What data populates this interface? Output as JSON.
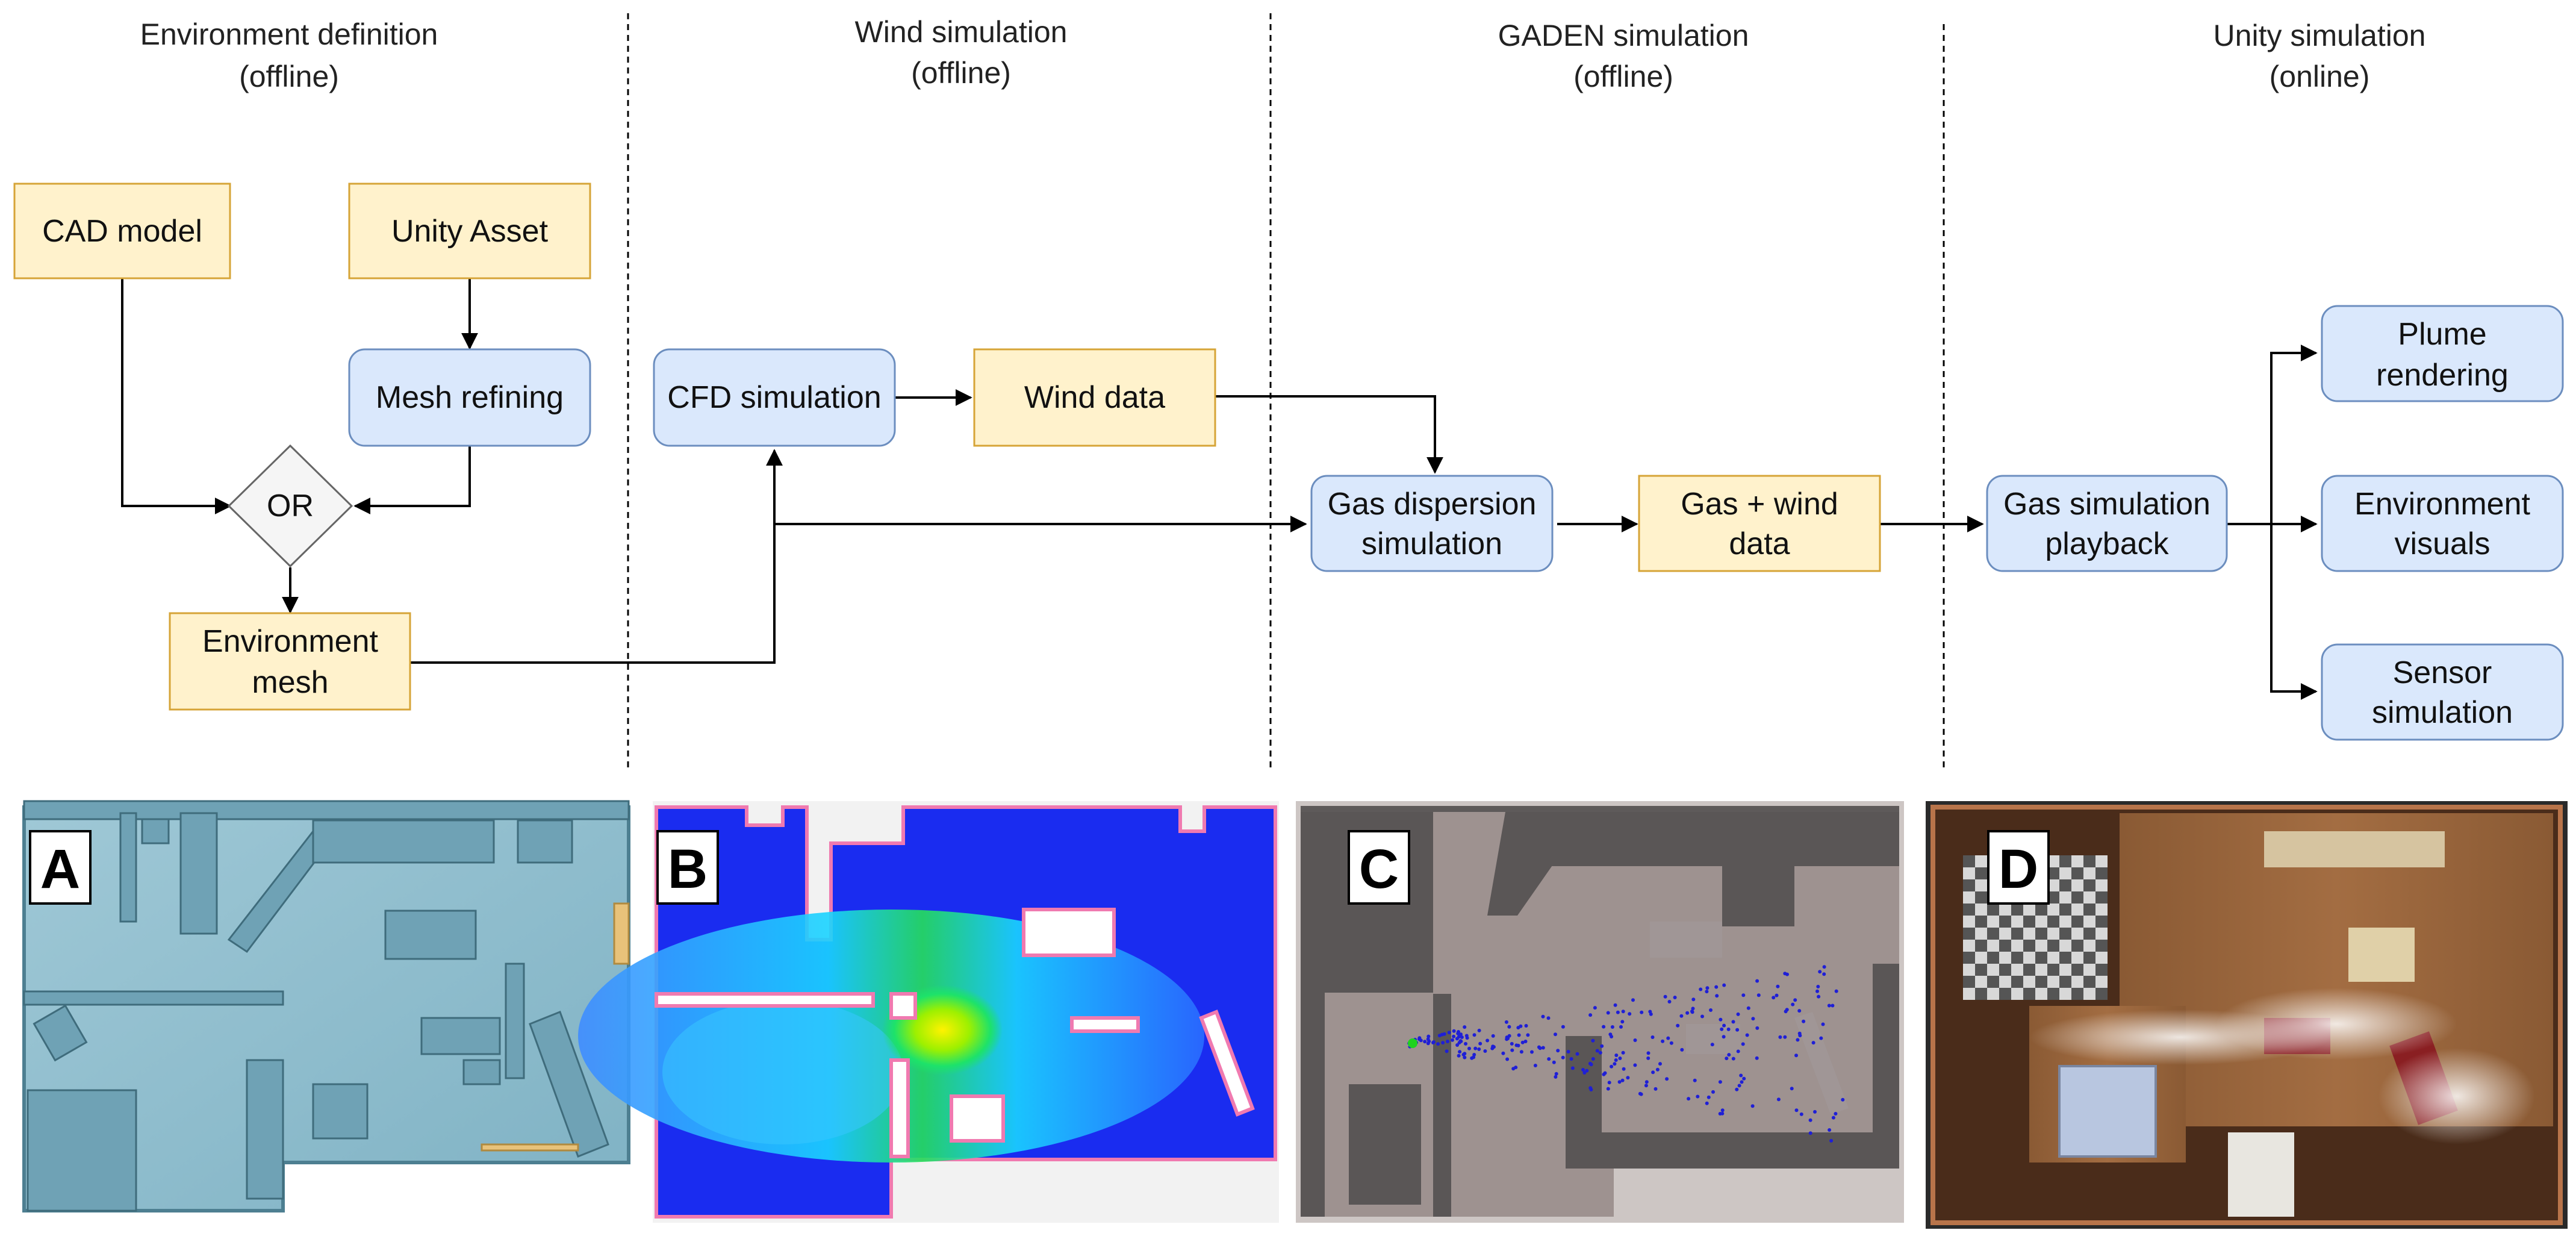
{
  "columns": [
    {
      "title": "Environment definition",
      "subtitle": "(offline)"
    },
    {
      "title": "Wind simulation",
      "subtitle": "(offline)"
    },
    {
      "title": "GADEN simulation",
      "subtitle": "(offline)"
    },
    {
      "title": "Unity simulation",
      "subtitle": "(online)"
    }
  ],
  "nodes": {
    "cad_model": {
      "lines": [
        "CAD model"
      ]
    },
    "unity_asset": {
      "lines": [
        "Unity Asset"
      ]
    },
    "mesh_refining": {
      "lines": [
        "Mesh refining"
      ]
    },
    "or_gate": {
      "lines": [
        "OR"
      ]
    },
    "environment_mesh": {
      "lines": [
        "Environment",
        "mesh"
      ]
    },
    "cfd_simulation": {
      "lines": [
        "CFD simulation"
      ]
    },
    "wind_data": {
      "lines": [
        "Wind data"
      ]
    },
    "gas_dispersion": {
      "lines": [
        "Gas dispersion",
        "simulation"
      ]
    },
    "gas_wind_data": {
      "lines": [
        "Gas + wind",
        "data"
      ]
    },
    "gas_playback": {
      "lines": [
        "Gas simulation",
        "playback"
      ]
    },
    "plume_rendering": {
      "lines": [
        "Plume",
        "rendering"
      ]
    },
    "environment_visuals": {
      "lines": [
        "Environment",
        "visuals"
      ]
    },
    "sensor_simulation": {
      "lines": [
        "Sensor",
        "simulation"
      ]
    }
  },
  "panels": [
    {
      "letter": "A"
    },
    {
      "letter": "B"
    },
    {
      "letter": "C"
    },
    {
      "letter": "D"
    }
  ],
  "colors": {
    "data_fill": "#fff2cc",
    "data_stroke": "#d6a437",
    "process_fill": "#dae8fc",
    "process_stroke": "#6c8ebf",
    "decision_fill": "#f5f5f5",
    "decision_stroke": "#666666",
    "edge": "#000000"
  }
}
